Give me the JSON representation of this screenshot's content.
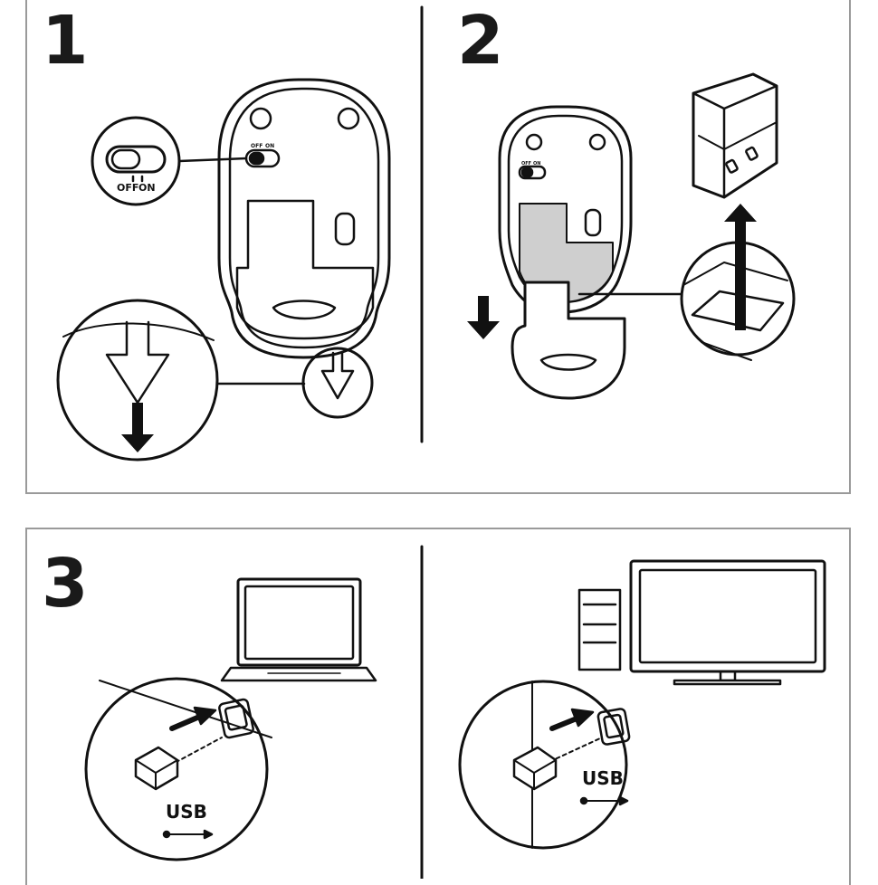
{
  "steps": [
    {
      "number": "1"
    },
    {
      "number": "2"
    },
    {
      "number": "3"
    }
  ],
  "switch_labels": {
    "off": "OFF",
    "on": "ON"
  },
  "usb_label": "USB",
  "colors": {
    "line": "#111111",
    "frame": "#9a9a9a",
    "highlight": "#cfcfcf"
  }
}
